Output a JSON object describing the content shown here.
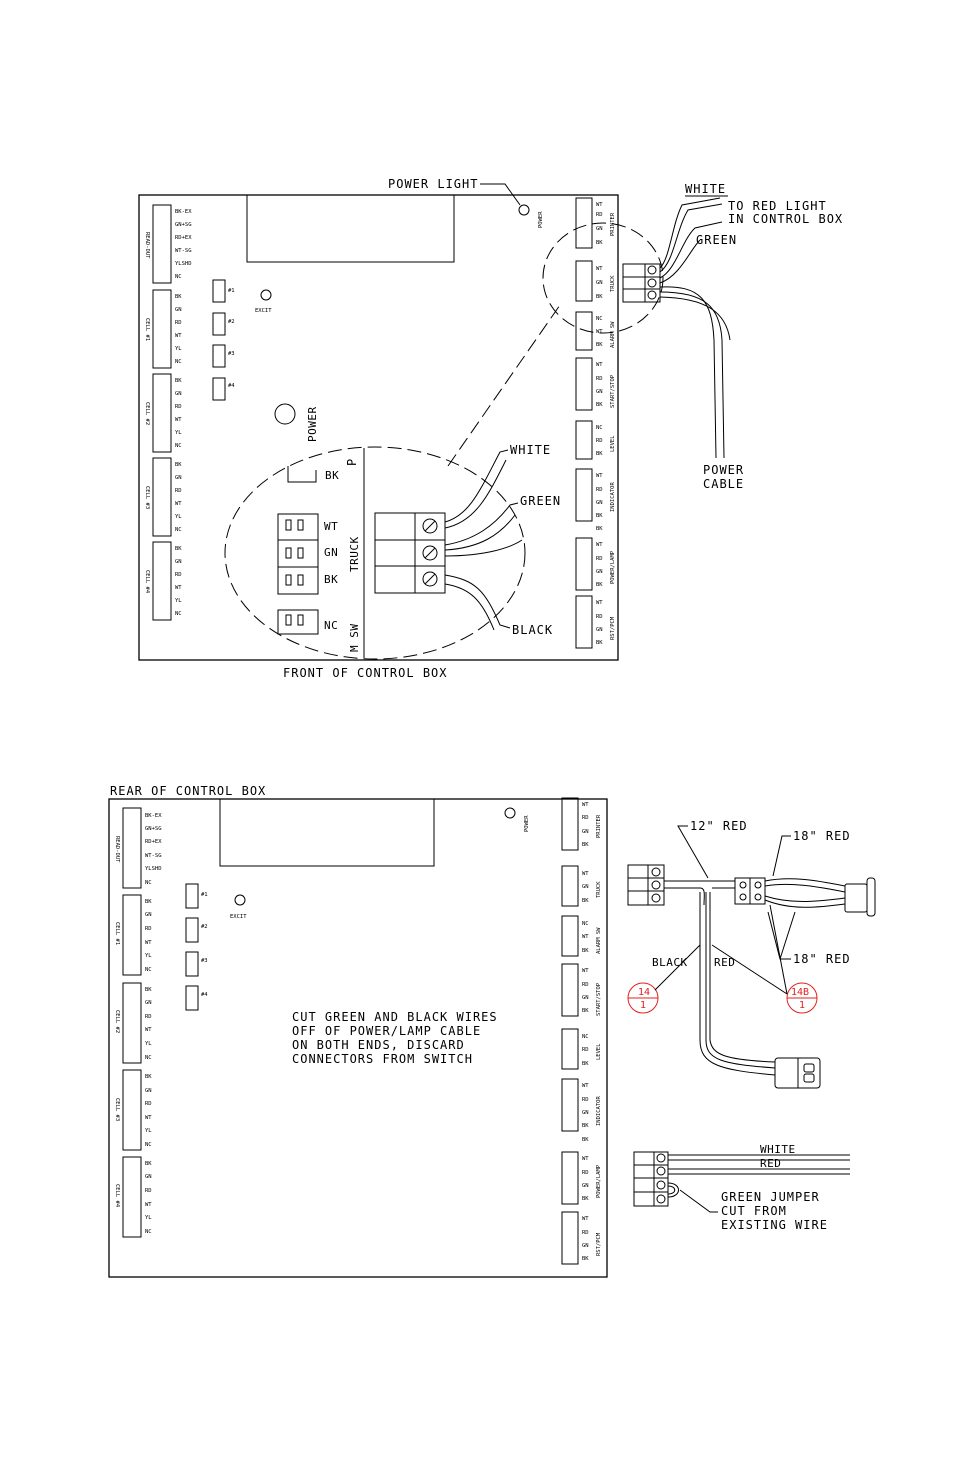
{
  "front": {
    "caption": "FRONT OF CONTROL BOX",
    "power_light_label": "POWER LIGHT",
    "power_small": "POWER",
    "excit": "EXCIT",
    "power_large": "POWER",
    "jumpers": [
      "#1",
      "#2",
      "#3",
      "#4"
    ],
    "left_blocks": [
      {
        "name": "READ-OUT",
        "pins": [
          "BK-EX",
          "GN+SG",
          "RD+EX",
          "WT-SG",
          "YLSHD",
          "NC"
        ]
      },
      {
        "name": "CELL #1",
        "pins": [
          "BK",
          "GN",
          "RD",
          "WT",
          "YL",
          "NC"
        ]
      },
      {
        "name": "CELL #2",
        "pins": [
          "BK",
          "GN",
          "RD",
          "WT",
          "YL",
          "NC"
        ]
      },
      {
        "name": "CELL #3",
        "pins": [
          "BK",
          "GN",
          "RD",
          "WT",
          "YL",
          "NC"
        ]
      },
      {
        "name": "CELL #4",
        "pins": [
          "BK",
          "GN",
          "RD",
          "WT",
          "YL",
          "NC"
        ]
      }
    ],
    "right_blocks": [
      {
        "name": "PRINTER",
        "pins": [
          "WT",
          "RD",
          "GN",
          "BK"
        ]
      },
      {
        "name": "TRUCK",
        "pins": [
          "WT",
          "GN",
          "BK"
        ]
      },
      {
        "name": "ALARM SW",
        "pins": [
          "NC",
          "WT",
          "BK"
        ]
      },
      {
        "name": "START/STOP",
        "pins": [
          "WT",
          "RD",
          "GN",
          "BK"
        ]
      },
      {
        "name": "LEVEL",
        "pins": [
          "NC",
          "RD",
          "BK"
        ]
      },
      {
        "name": "INDICATOR",
        "pins": [
          "WT",
          "RD",
          "GN",
          "BK",
          "BK"
        ]
      },
      {
        "name": "POWER/LAMP",
        "pins": [
          "WT",
          "RD",
          "GN",
          "BK"
        ]
      },
      {
        "name": "RST/PCM",
        "pins": [
          "WT",
          "RD",
          "GN",
          "BK"
        ]
      }
    ],
    "callout": {
      "white": "WHITE",
      "to_red_light_1": "TO RED LIGHT",
      "to_red_light_2": "IN CONTROL BOX",
      "green": "GREEN",
      "power_cable_1": "POWER",
      "power_cable_2": "CABLE"
    },
    "detail": {
      "p": "P",
      "bk_top": "BK",
      "wt": "WT",
      "gn": "GN",
      "bk": "BK",
      "truck": "TRUCK",
      "nc": "NC",
      "sw": "M SW",
      "white": "WHITE",
      "green": "GREEN",
      "black": "BLACK"
    }
  },
  "rear": {
    "caption": "REAR OF CONTROL BOX",
    "power_small": "POWER",
    "excit": "EXCIT",
    "jumpers": [
      "#1",
      "#2",
      "#3",
      "#4"
    ],
    "note": [
      "CUT GREEN AND BLACK WIRES",
      "OFF OF POWER/LAMP CABLE",
      "ON BOTH ENDS, DISCARD",
      "CONNECTORS FROM SWITCH"
    ],
    "left_blocks": [
      {
        "name": "READ-OUT",
        "pins": [
          "BK-EX",
          "GN+SG",
          "RD+EX",
          "WT-SG",
          "YLSHD",
          "NC"
        ]
      },
      {
        "name": "CELL #1",
        "pins": [
          "BK",
          "GN",
          "RD",
          "WT",
          "YL",
          "NC"
        ]
      },
      {
        "name": "CELL #2",
        "pins": [
          "BK",
          "GN",
          "RD",
          "WT",
          "YL",
          "NC"
        ]
      },
      {
        "name": "CELL #3",
        "pins": [
          "BK",
          "GN",
          "RD",
          "WT",
          "YL",
          "NC"
        ]
      },
      {
        "name": "CELL #4",
        "pins": [
          "BK",
          "GN",
          "RD",
          "WT",
          "YL",
          "NC"
        ]
      }
    ],
    "right_blocks": [
      {
        "name": "PRINTER",
        "pins": [
          "WT",
          "RD",
          "GN",
          "BK"
        ]
      },
      {
        "name": "TRUCK",
        "pins": [
          "WT",
          "GN",
          "BK"
        ]
      },
      {
        "name": "ALARM SW",
        "pins": [
          "NC",
          "WT",
          "BK"
        ]
      },
      {
        "name": "START/STOP",
        "pins": [
          "WT",
          "RD",
          "GN",
          "BK"
        ]
      },
      {
        "name": "LEVEL",
        "pins": [
          "NC",
          "RD",
          "BK"
        ]
      },
      {
        "name": "INDICATOR",
        "pins": [
          "WT",
          "RD",
          "GN",
          "BK",
          "BK"
        ]
      },
      {
        "name": "POWER/LAMP",
        "pins": [
          "WT",
          "RD",
          "GN",
          "BK"
        ]
      },
      {
        "name": "RST/PCM",
        "pins": [
          "WT",
          "RD",
          "GN",
          "BK"
        ]
      }
    ]
  },
  "harness": {
    "red12": "12\" RED",
    "red18a": "18\" RED",
    "red18b": "18\" RED",
    "black": "BLACK",
    "red": "RED",
    "tag14": "14",
    "tag14b": "14B",
    "tag_sub": "1"
  },
  "jumper_detail": {
    "white": "WHITE",
    "red": "RED",
    "note": [
      "GREEN JUMPER",
      "CUT FROM",
      "EXISTING WIRE"
    ]
  },
  "colors": {
    "line": "#000000",
    "tag": "#e02020"
  }
}
